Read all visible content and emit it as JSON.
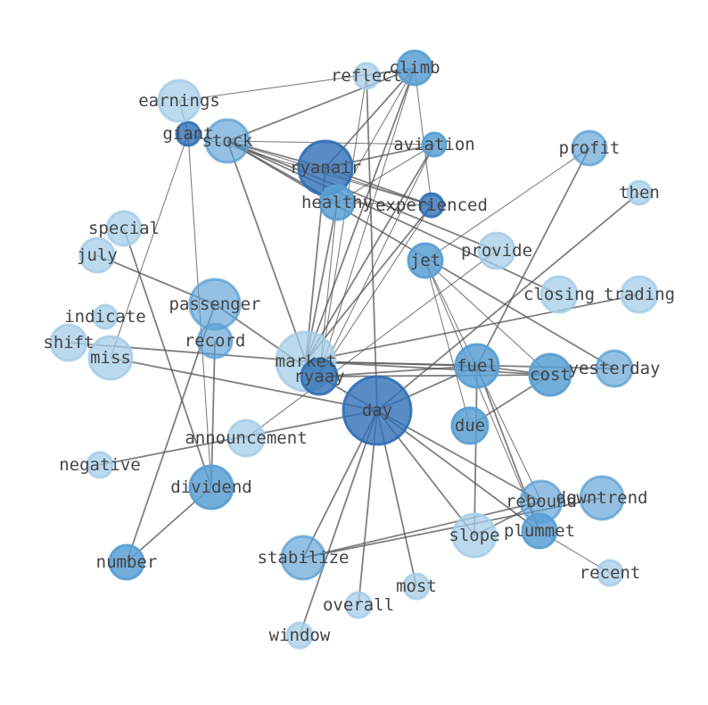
{
  "graph": {
    "nodes": [
      {
        "id": "day",
        "label": "day"
      },
      {
        "id": "market",
        "label": "market"
      },
      {
        "id": "ryanair",
        "label": "ryanair"
      },
      {
        "id": "ryaay",
        "label": "ryaay"
      },
      {
        "id": "fuel",
        "label": "fuel"
      },
      {
        "id": "cost",
        "label": "cost"
      },
      {
        "id": "jet",
        "label": "jet"
      },
      {
        "id": "due",
        "label": "due"
      },
      {
        "id": "stock",
        "label": "stock"
      },
      {
        "id": "giant",
        "label": "giant"
      },
      {
        "id": "earnings",
        "label": "earnings"
      },
      {
        "id": "climb",
        "label": "climb"
      },
      {
        "id": "reflect",
        "label": "reflect"
      },
      {
        "id": "aviation",
        "label": "aviation"
      },
      {
        "id": "experienced",
        "label": "experienced"
      },
      {
        "id": "healthy",
        "label": "healthy"
      },
      {
        "id": "profit",
        "label": "profit"
      },
      {
        "id": "then",
        "label": "then"
      },
      {
        "id": "provide",
        "label": "provide"
      },
      {
        "id": "closing",
        "label": "closing"
      },
      {
        "id": "trading",
        "label": "trading"
      },
      {
        "id": "yesterday",
        "label": "yesterday"
      },
      {
        "id": "special",
        "label": "special"
      },
      {
        "id": "july",
        "label": "july"
      },
      {
        "id": "passenger",
        "label": "passenger"
      },
      {
        "id": "indicate",
        "label": "indicate"
      },
      {
        "id": "record",
        "label": "record"
      },
      {
        "id": "shift",
        "label": "shift"
      },
      {
        "id": "miss",
        "label": "miss"
      },
      {
        "id": "announcement",
        "label": "announcement"
      },
      {
        "id": "negative",
        "label": "negative"
      },
      {
        "id": "dividend",
        "label": "dividend"
      },
      {
        "id": "number",
        "label": "number"
      },
      {
        "id": "stabilize",
        "label": "stabilize"
      },
      {
        "id": "rebound",
        "label": "rebound"
      },
      {
        "id": "downtrend",
        "label": "downtrend"
      },
      {
        "id": "slope",
        "label": "slope"
      },
      {
        "id": "plummet",
        "label": "plummet"
      },
      {
        "id": "recent",
        "label": "recent"
      },
      {
        "id": "most",
        "label": "most"
      },
      {
        "id": "overall",
        "label": "overall"
      },
      {
        "id": "window",
        "label": "window"
      }
    ],
    "edges": [
      [
        "day",
        "reflect"
      ],
      [
        "day",
        "ryaay"
      ],
      [
        "day",
        "miss"
      ],
      [
        "day",
        "negative"
      ],
      [
        "day",
        "then"
      ],
      [
        "day",
        "slope"
      ],
      [
        "day",
        "rebound"
      ],
      [
        "day",
        "plummet"
      ],
      [
        "day",
        "most"
      ],
      [
        "day",
        "overall"
      ],
      [
        "day",
        "window"
      ],
      [
        "day",
        "fuel"
      ],
      [
        "market",
        "fuel"
      ],
      [
        "market",
        "cost"
      ],
      [
        "market",
        "yesterday"
      ],
      [
        "market",
        "trading"
      ],
      [
        "market",
        "climb"
      ],
      [
        "market",
        "aviation"
      ],
      [
        "market",
        "experienced"
      ],
      [
        "market",
        "stock"
      ],
      [
        "market",
        "healthy"
      ],
      [
        "market",
        "ryanair"
      ],
      [
        "ryaay",
        "reflect"
      ],
      [
        "ryaay",
        "climb"
      ],
      [
        "ryaay",
        "aviation"
      ],
      [
        "ryaay",
        "experienced"
      ],
      [
        "ryaay",
        "healthy"
      ],
      [
        "ryaay",
        "fuel"
      ],
      [
        "ryaay",
        "cost"
      ],
      [
        "ryaay",
        "passenger"
      ],
      [
        "stock",
        "climb"
      ],
      [
        "stock",
        "aviation"
      ],
      [
        "stock",
        "experienced"
      ],
      [
        "stock",
        "provide"
      ],
      [
        "stock",
        "yesterday"
      ],
      [
        "stock",
        "closing"
      ],
      [
        "stock",
        "healthy"
      ],
      [
        "stock",
        "ryanair"
      ],
      [
        "giant",
        "earnings"
      ],
      [
        "giant",
        "experienced"
      ],
      [
        "giant",
        "dividend"
      ],
      [
        "earnings",
        "climb"
      ],
      [
        "reflect",
        "climb"
      ],
      [
        "climb",
        "ryanair"
      ],
      [
        "climb",
        "experienced"
      ],
      [
        "climb",
        "healthy"
      ],
      [
        "aviation",
        "ryanair"
      ],
      [
        "aviation",
        "healthy"
      ],
      [
        "ryanair",
        "experienced"
      ],
      [
        "healthy",
        "experienced"
      ],
      [
        "jet",
        "profit"
      ],
      [
        "jet",
        "due"
      ],
      [
        "jet",
        "cost"
      ],
      [
        "jet",
        "plummet"
      ],
      [
        "jet",
        "rebound"
      ],
      [
        "fuel",
        "cost"
      ],
      [
        "fuel",
        "profit"
      ],
      [
        "fuel",
        "plummet"
      ],
      [
        "fuel",
        "slope"
      ],
      [
        "cost",
        "due"
      ],
      [
        "miss",
        "giant"
      ],
      [
        "july",
        "passenger"
      ],
      [
        "special",
        "dividend"
      ],
      [
        "record",
        "dividend"
      ],
      [
        "passenger",
        "number"
      ],
      [
        "dividend",
        "number"
      ],
      [
        "announcement",
        "provide"
      ],
      [
        "shift",
        "market"
      ],
      [
        "stabilize",
        "downtrend"
      ],
      [
        "stabilize",
        "rebound"
      ],
      [
        "plummet",
        "recent"
      ],
      [
        "rebound",
        "slope"
      ],
      [
        "day",
        "stabilize"
      ],
      [
        "market",
        "ryaay"
      ]
    ]
  },
  "colors": {
    "edge": "#555555",
    "node_dark": "#2f6fb5",
    "node_mid": "#5a9fd4",
    "node_light": "#a6cde8",
    "label": "#444444"
  }
}
